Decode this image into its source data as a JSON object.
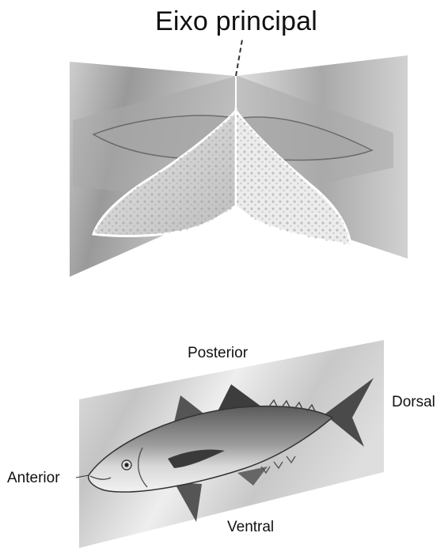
{
  "starfish_figure": {
    "axis_label": "Eixo principal"
  },
  "fish_figure": {
    "labels": {
      "posterior": "Posterior",
      "dorsal": "Dorsal",
      "anterior": "Anterior",
      "ventral": "Ventral"
    }
  }
}
